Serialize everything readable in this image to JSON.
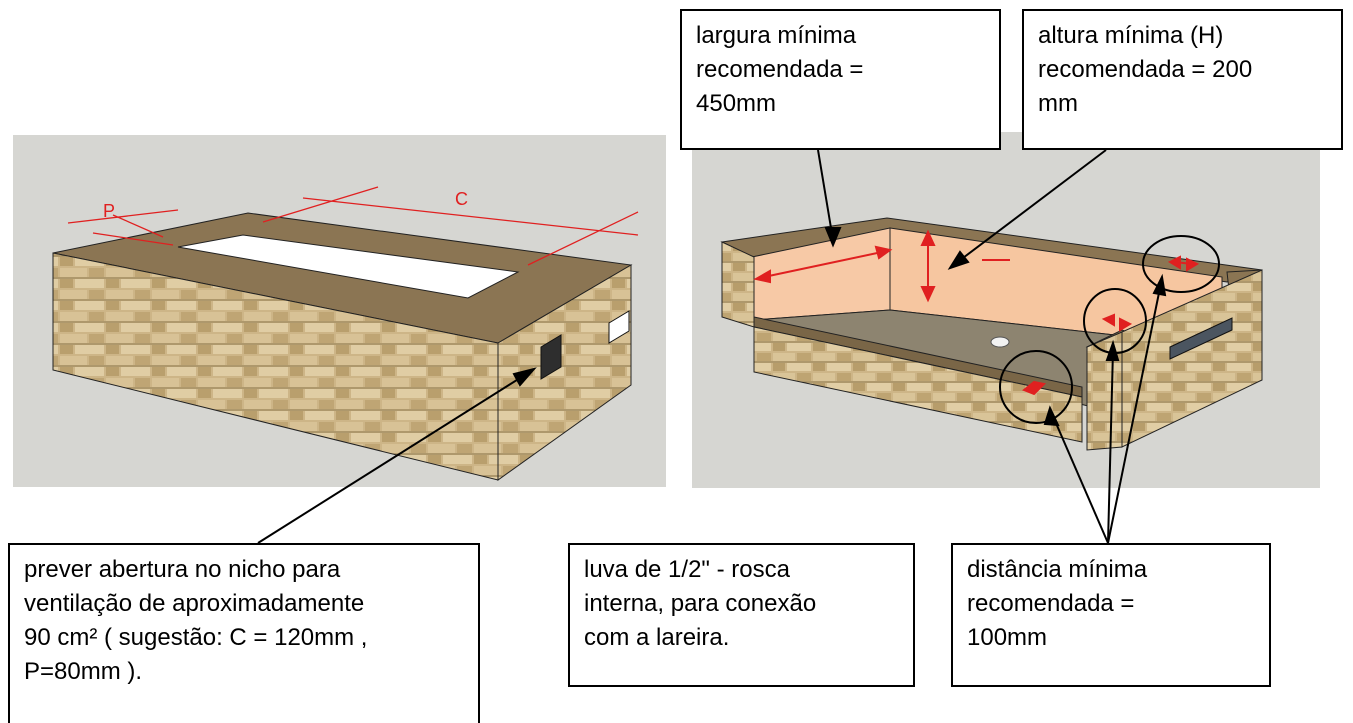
{
  "callouts": {
    "width_min": "largura mínima\nrecomendada =\n450mm",
    "height_min": "altura mínima  (H)\nrecomendada = 200\nmm",
    "ventilation": "prever abertura no nicho para\nventilação de aproximadamente\n90 cm² ( sugestão: C  = 120mm ,\nP=80mm ).",
    "luva": "luva de 1/2\" - rosca\ninterna, para conexão\ncom a lareira.",
    "distance_min": "distância mínima\nrecomendada =\n100mm"
  },
  "dimension_labels": {
    "p": "P",
    "c": "C"
  },
  "colors": {
    "background_panel": "#d6d6d2",
    "stone_top": "#8b7553",
    "stone_wall": "#c9b384",
    "inner_wall": "#f7c9a6",
    "inner_floor": "#8d8470",
    "annotation_red": "#e02020"
  }
}
